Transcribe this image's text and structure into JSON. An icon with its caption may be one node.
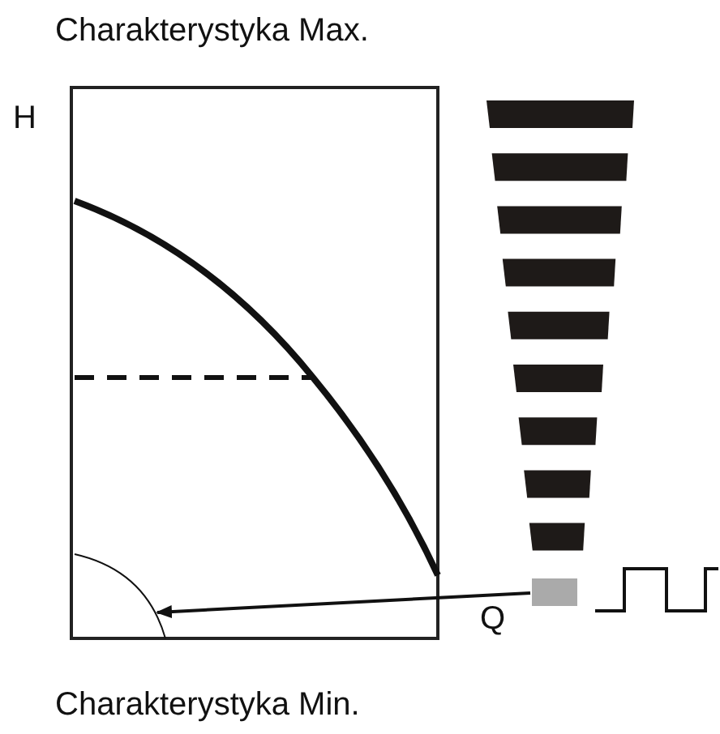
{
  "diagram": {
    "nodes": [
      {
        "text": [],
        "shape": "bar"
      },
      {
        "text": [],
        "shape": "curve"
      }
    ],
    "edges": [
      {
        "from": 0,
        "to": 1,
        "arrow": "to"
      }
    ],
    "labels": [
      "Charakterystyka Max.",
      "H",
      "Q",
      "Charakterystyka Min."
    ]
  }
}
